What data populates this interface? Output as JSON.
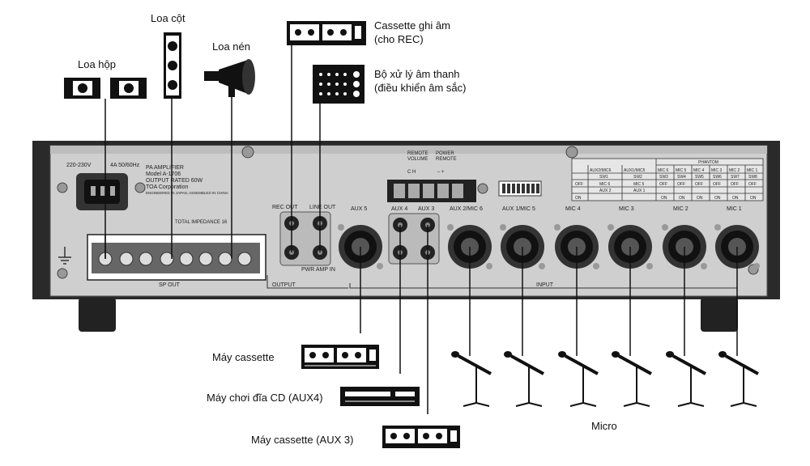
{
  "labels": {
    "loa_hop": "Loa hộp",
    "loa_cot": "Loa cột",
    "loa_nen": "Loa nén",
    "cassette_rec_line1": "Cassette ghi âm",
    "cassette_rec_line2": "(cho REC)",
    "processor_line1": "Bộ xử lý âm thanh",
    "processor_line2": "(điều khiển âm sắc)",
    "may_cassette": "Máy cassette",
    "may_cd": "Máy chơi đĩa CD (AUX4)",
    "may_cassette_aux3": "Máy cassette (AUX 3)",
    "micro": "Micro"
  },
  "panel": {
    "power_rating": "220-230V",
    "power_freq": "4A 50/60Hz",
    "nameplate": [
      "PA AMPLIFIER",
      "Model A-1706",
      "OUTPUT RATED 60W",
      "TOA Corporation",
      "ENGINEERED IN JAPAN, ASSEMBLED IN CHINA"
    ],
    "impedance": "TOTAL IMPEDANCE 16",
    "sp_out": "SP OUT",
    "rec_out": "REC OUT",
    "line_out": "LINE OUT",
    "pwr_amp_in": "PWR AMP IN",
    "output": "OUTPUT",
    "input": "INPUT",
    "remote_volume": [
      "REMOTE",
      "VOLUME"
    ],
    "remote_volume_pins": "C  H",
    "power_remote": [
      "POWER",
      "REMOTE"
    ],
    "power_remote_pins": "–    +",
    "inputs": [
      "AUX 5",
      "AUX 4",
      "AUX 3",
      "AUX 2/MIC 6",
      "AUX 1/MIC 5",
      "MIC 4",
      "MIC 3",
      "MIC 2",
      "MIC 1"
    ],
    "phantom": {
      "title": "PHANTOM",
      "col1": [
        "AUX2/MIC6",
        "SW1",
        "MIC 6",
        "AUX 2"
      ],
      "col2": [
        "AUX1/MIC5",
        "SW2",
        "MIC 5",
        "AUX 1"
      ],
      "mics": [
        "MIC 6",
        "MIC 5",
        "MIC 4",
        "MIC 3",
        "MIC 2",
        "MIC 1"
      ],
      "sws": [
        "SW3",
        "SW4",
        "SW5",
        "SW6",
        "SW7",
        "SW8"
      ],
      "off": "OFF",
      "on": "ON"
    }
  }
}
